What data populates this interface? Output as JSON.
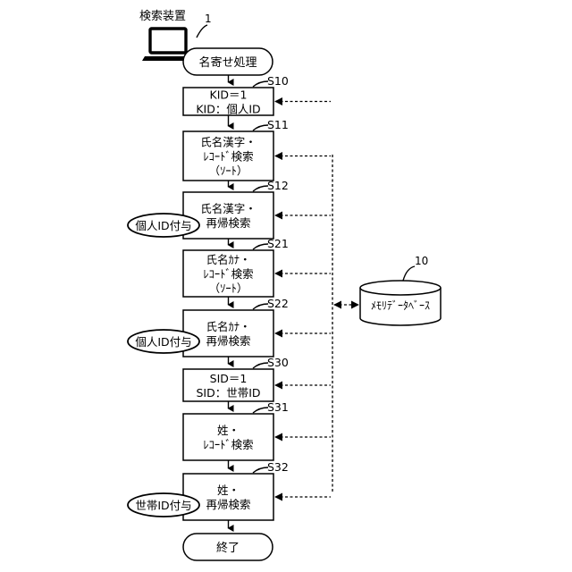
{
  "device": {
    "label": "検索装置",
    "ref": "1"
  },
  "start": "名寄せ処理",
  "end": "終了",
  "steps": [
    {
      "id": "S10",
      "lines": [
        "KID＝1",
        "KID：個人ID"
      ]
    },
    {
      "id": "S11",
      "lines": [
        "氏名漢字・",
        "ﾚｺｰﾄﾞ検索",
        "（ｿｰﾄ）"
      ]
    },
    {
      "id": "S12",
      "lines": [
        "氏名漢字・",
        "再帰検索"
      ],
      "tag": "個人ID付与"
    },
    {
      "id": "S21",
      "lines": [
        "氏名ｶﾅ・",
        "ﾚｺｰﾄﾞ検索",
        "（ｿｰﾄ）"
      ]
    },
    {
      "id": "S22",
      "lines": [
        "氏名ｶﾅ・",
        "再帰検索"
      ],
      "tag": "個人ID付与"
    },
    {
      "id": "S30",
      "lines": [
        "SID＝1",
        "SID：世帯ID"
      ]
    },
    {
      "id": "S31",
      "lines": [
        "姓・",
        "ﾚｺｰﾄﾞ検索"
      ]
    },
    {
      "id": "S32",
      "lines": [
        "姓・",
        "再帰検索"
      ],
      "tag": "世帯ID付与"
    }
  ],
  "database": {
    "label": "ﾒﾓﾘﾃﾞｰﾀﾍﾞｰｽ",
    "ref": "10"
  }
}
